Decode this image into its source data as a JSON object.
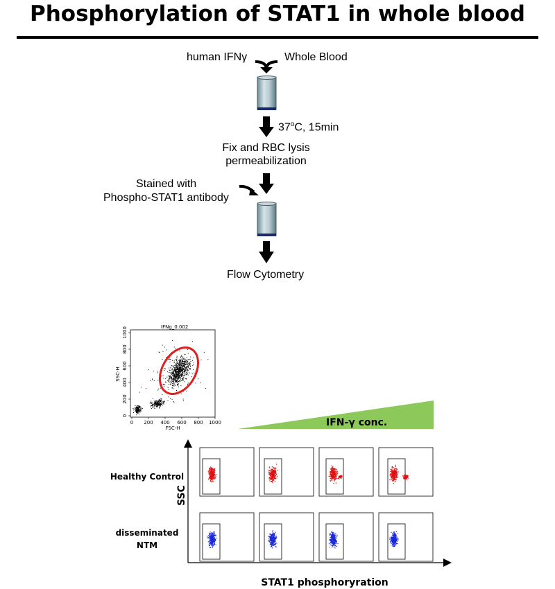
{
  "title": "Phosphorylation of STAT1 in whole blood",
  "workflow": {
    "input_left": "human IFNγ",
    "input_right": "Whole Blood",
    "step_incubation_temp": "37",
    "step_incubation_unit": "o",
    "step_incubation_rest": "C, 15min",
    "step_fix_line1": "Fix and RBC lysis",
    "step_fix_line2": "permeabilization",
    "stain_line1": "Stained with",
    "stain_line2": "Phospho-STAT1 antibody",
    "final_step": "Flow Cytometry"
  },
  "gate_plot": {
    "sample_label": "IFNg_0.002",
    "xlabel": "FSC-H",
    "ylabel": "SSC-H",
    "x_ticks": [
      "0",
      "200",
      "400",
      "600",
      "800",
      "1000"
    ],
    "y_ticks": [
      "0",
      "200",
      "400",
      "600",
      "800",
      "1000"
    ],
    "gate_color": "#e02020"
  },
  "ifn_wedge": {
    "label": "IFN-γ conc.",
    "color": "#8cc85a"
  },
  "panel_grid": {
    "y_axis_label": "SSC",
    "x_axis_label": "STAT1 phosphoryration",
    "rows": [
      {
        "label_line1": "Healthy Control",
        "label_line2": "",
        "color": "#e01010"
      },
      {
        "label_line1": "disseminated",
        "label_line2": "NTM",
        "color": "#1a28d8"
      }
    ]
  }
}
